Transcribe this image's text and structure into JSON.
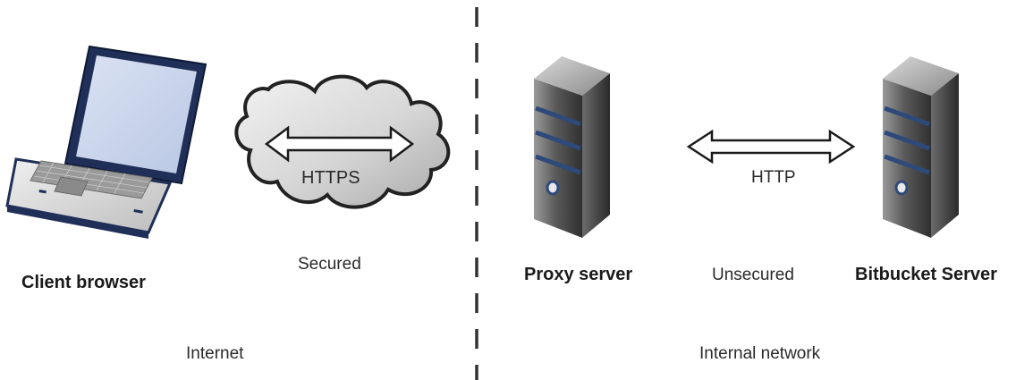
{
  "nodes": {
    "client": {
      "label": "Client browser",
      "icon": "laptop-icon"
    },
    "proxy": {
      "label": "Proxy server",
      "icon": "server-tower-icon"
    },
    "bitbucket": {
      "label": "Bitbucket Server",
      "icon": "server-tower-icon"
    }
  },
  "links": {
    "https": {
      "protocol": "HTTPS",
      "status": "Secured",
      "icon": "cloud-icon"
    },
    "http": {
      "protocol": "HTTP",
      "status": "Unsecured"
    }
  },
  "zones": {
    "internet": "Internet",
    "internal": "Internal network"
  },
  "colors": {
    "server_body": "#4a4a4a",
    "server_stripe": "#2e4a7a",
    "laptop_screen": "#c5d2ea",
    "cloud_fill": "#d8d8d8",
    "divider": "#333333"
  }
}
